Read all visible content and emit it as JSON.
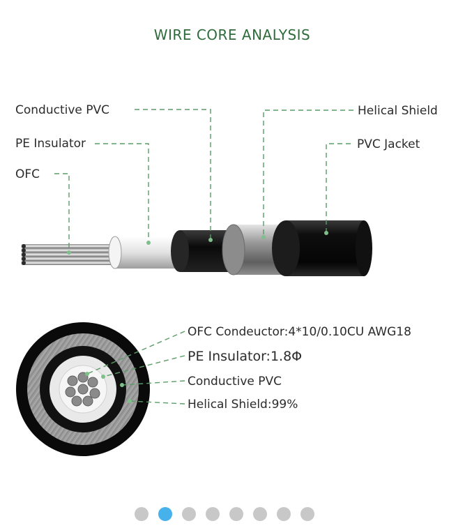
{
  "title": "WIRE CORE ANALYSIS",
  "side_labels": {
    "conductive_pvc": "Conductive PVC",
    "pe_insulator": "PE Insulator",
    "ofc": "OFC",
    "helical_shield": "Helical Shield",
    "pvc_jacket": "PVC Jacket"
  },
  "cross_section_labels": {
    "ofc_conductor": "OFC Condeuctor:4*10/0.10CU AWG18",
    "pe_insulator": "PE Insulator:1.8Φ",
    "conductive_pvc": "Conductive PVC",
    "helical_shield": "Helical Shield:99%"
  },
  "carousel": {
    "count": 8,
    "active_index": 1
  },
  "colors": {
    "title": "#2e6b3a",
    "leader_line": "#5b9b68",
    "label_text": "#2b2b2b",
    "dot_inactive": "#c8c8c8",
    "dot_active": "#46b1ea"
  }
}
